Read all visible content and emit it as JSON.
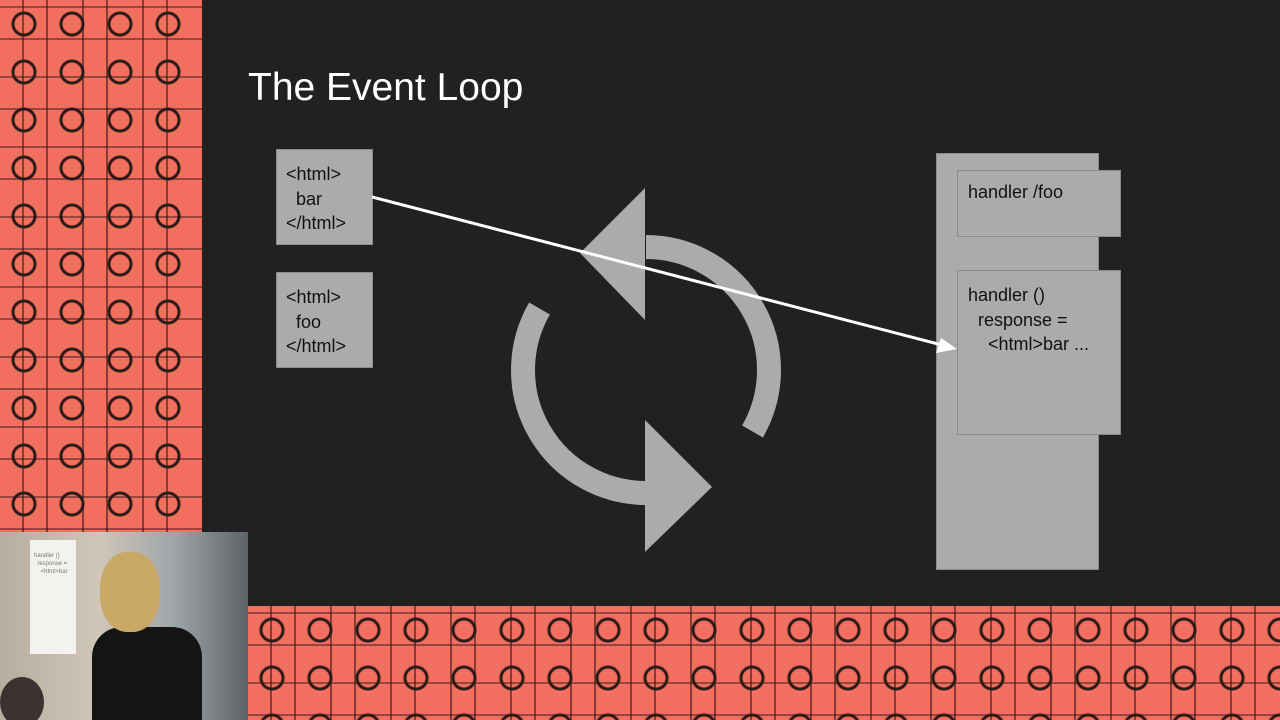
{
  "slide": {
    "title": "The Event Loop",
    "left_boxes": [
      "<html>\n  bar\n</html>",
      "<html>\n  foo\n</html>"
    ],
    "handlers": [
      "handler /foo",
      "handler ()\n  response =\n    <html>bar ..."
    ]
  },
  "video_inset": {
    "projected_text": "handler ()\n  response =\n    <html>bar"
  },
  "colors": {
    "background": "#212121",
    "shape": "#ababab",
    "accent_pattern": "#f26e5e",
    "arrow_line": "#ffffff"
  }
}
